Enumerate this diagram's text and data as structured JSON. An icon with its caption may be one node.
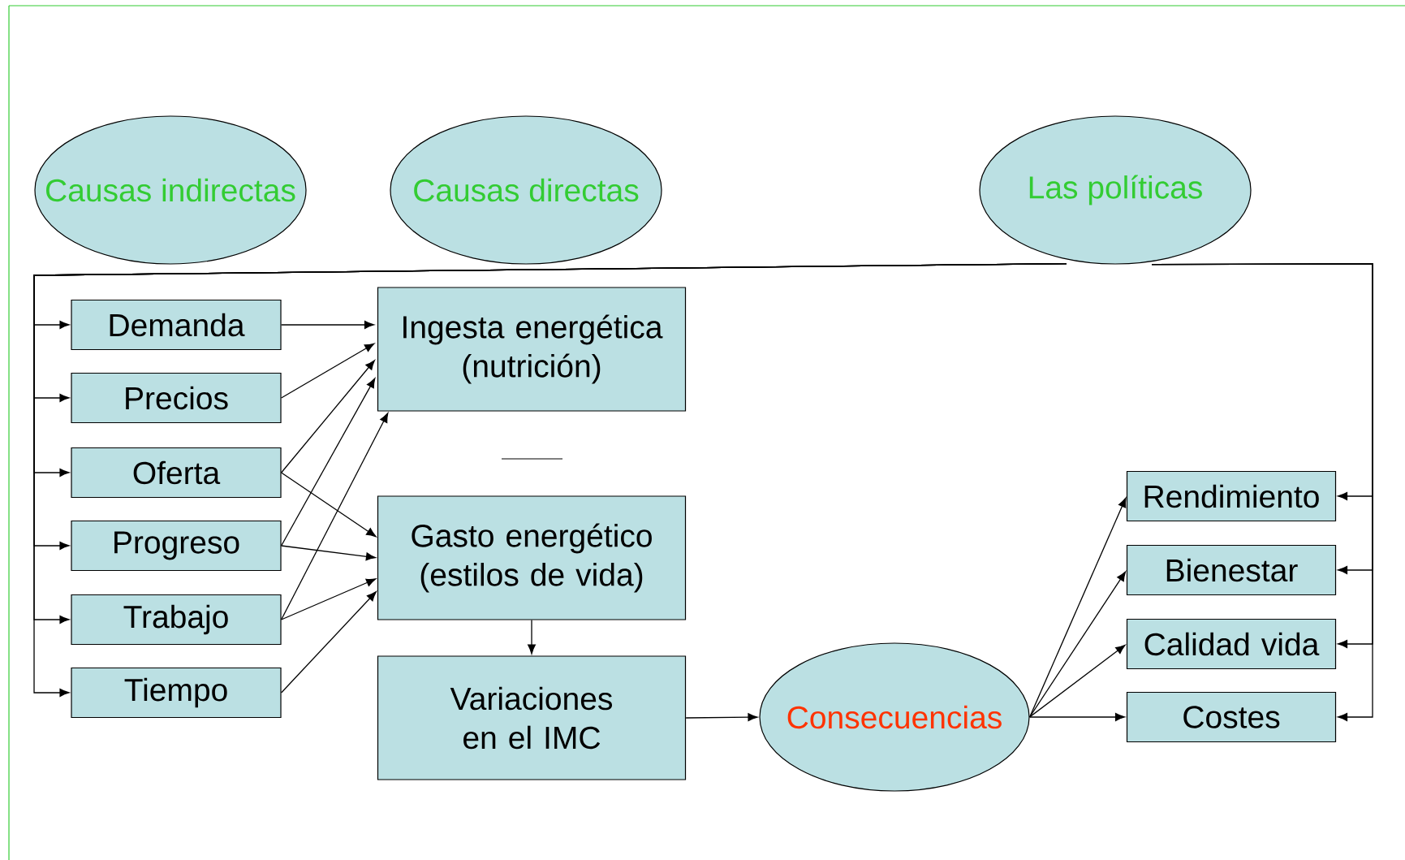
{
  "diagram": {
    "nodes": [
      {
        "text": [
          "Causas indirectas"
        ]
      },
      {
        "text": [
          "Causas directas"
        ]
      },
      {
        "text": [
          "Las políticas"
        ]
      },
      {
        "text": [
          "Demanda"
        ]
      },
      {
        "text": [
          "Precios"
        ]
      },
      {
        "text": [
          "Oferta"
        ]
      },
      {
        "text": [
          "Progreso"
        ]
      },
      {
        "text": [
          "Trabajo"
        ]
      },
      {
        "text": [
          "Tiempo"
        ]
      },
      {
        "text": [
          "Ingesta energética (nutrición)"
        ]
      },
      {
        "text": [
          "Gasto energético (estilos de vida)"
        ]
      },
      {
        "text": [
          "Variaciones en el IMC"
        ]
      },
      {
        "text": [
          "Consecuencias"
        ]
      },
      {
        "text": [
          "Rendimiento"
        ]
      },
      {
        "text": [
          "Bienestar"
        ]
      },
      {
        "text": [
          "Calidad vida"
        ]
      },
      {
        "text": [
          "Costes"
        ]
      }
    ],
    "edges": [
      {
        "from": 2,
        "to": 3,
        "arrow": "to"
      },
      {
        "from": 2,
        "to": 4,
        "arrow": "to"
      },
      {
        "from": 2,
        "to": 5,
        "arrow": "to"
      },
      {
        "from": 2,
        "to": 6,
        "arrow": "to"
      },
      {
        "from": 2,
        "to": 7,
        "arrow": "to"
      },
      {
        "from": 2,
        "to": 8,
        "arrow": "to"
      },
      {
        "from": 2,
        "to": 13,
        "arrow": "to"
      },
      {
        "from": 2,
        "to": 14,
        "arrow": "to"
      },
      {
        "from": 2,
        "to": 15,
        "arrow": "to"
      },
      {
        "from": 2,
        "to": 16,
        "arrow": "to"
      },
      {
        "from": 3,
        "to": 9,
        "arrow": "to"
      },
      {
        "from": 4,
        "to": 9,
        "arrow": "to"
      },
      {
        "from": 5,
        "to": 9,
        "arrow": "to"
      },
      {
        "from": 5,
        "to": 10,
        "arrow": "to"
      },
      {
        "from": 6,
        "to": 9,
        "arrow": "to"
      },
      {
        "from": 6,
        "to": 10,
        "arrow": "to"
      },
      {
        "from": 7,
        "to": 9,
        "arrow": "to"
      },
      {
        "from": 7,
        "to": 10,
        "arrow": "to"
      },
      {
        "from": 8,
        "to": 10,
        "arrow": "to"
      },
      {
        "from": 10,
        "to": 11,
        "arrow": "to"
      },
      {
        "from": 11,
        "to": 12,
        "arrow": "to"
      },
      {
        "from": 12,
        "to": 13,
        "arrow": "to"
      },
      {
        "from": 12,
        "to": 14,
        "arrow": "to"
      },
      {
        "from": 12,
        "to": 15,
        "arrow": "to"
      },
      {
        "from": 12,
        "to": 16,
        "arrow": "to"
      }
    ]
  }
}
